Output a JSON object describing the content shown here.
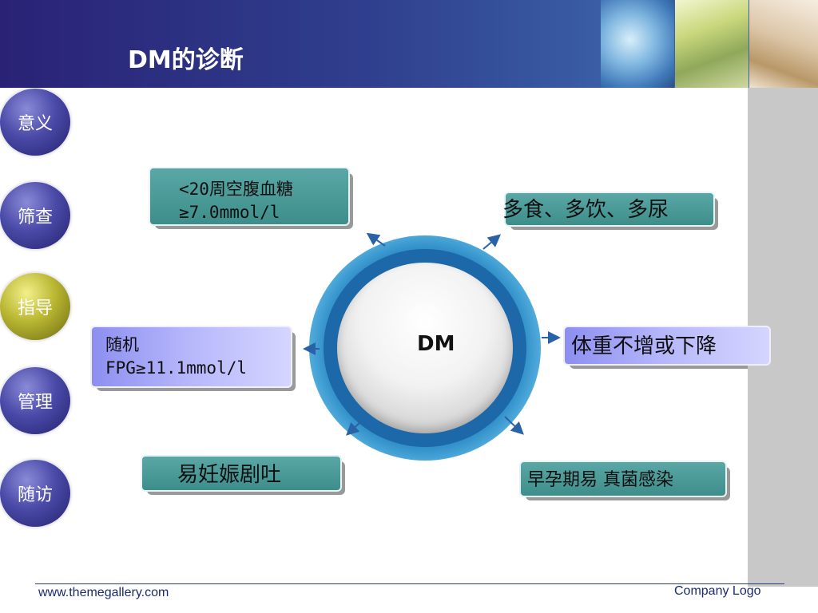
{
  "title": "DM的诊断",
  "nav": [
    {
      "label": "意义",
      "active": false
    },
    {
      "label": "筛查",
      "active": false
    },
    {
      "label": "指导",
      "active": true
    },
    {
      "label": "管理",
      "active": false
    },
    {
      "label": "随访",
      "active": false
    }
  ],
  "center": "DM",
  "boxes": {
    "fasting_line1": "<20周空腹血糖",
    "fasting_line2": "≥7.0mmol/l",
    "symptoms": "多食、多饮、多尿",
    "random_line1": "随机",
    "random_line2": "FPG≥11.1mmol/l",
    "weight": "体重不增或下降",
    "vomiting": "易妊娠剧吐",
    "infection": "早孕期易 真菌感染"
  },
  "footer": {
    "website": "www.themegallery.com",
    "company": "Company Logo"
  },
  "colors": {
    "header": "#2f3f8e",
    "teal_box": "#3d8e8b",
    "purple_box": "#b7b8fb",
    "nav_circle": "#4a4aa8",
    "nav_active": "#b9b632",
    "ring": "#1b7cbd"
  }
}
